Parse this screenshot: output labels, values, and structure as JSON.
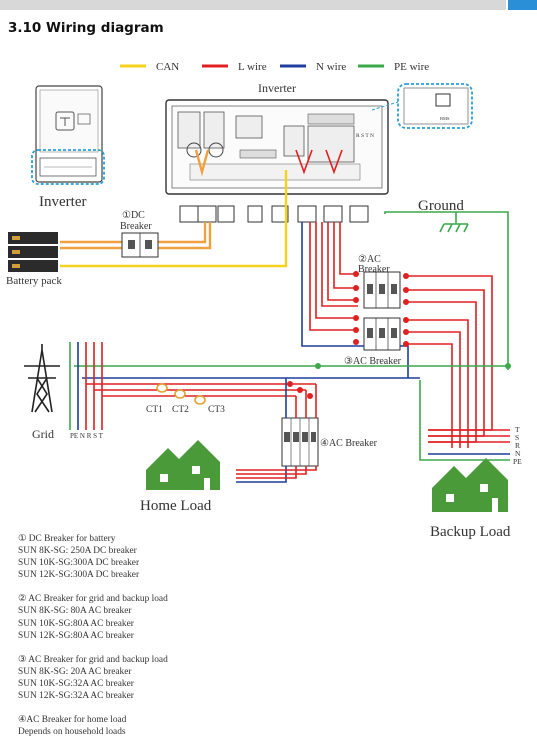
{
  "header": {
    "title": "3.10 Wiring diagram",
    "colors": {
      "bar_main": "#d8d8d8",
      "bar_accent": "#2a8fd6"
    }
  },
  "legend": {
    "items": [
      {
        "label": "CAN",
        "color": "#f5d21b"
      },
      {
        "label": "L wire",
        "color": "#e02020"
      },
      {
        "label": "N wire",
        "color": "#1e3fa0"
      },
      {
        "label": "PE wire",
        "color": "#3ba84a"
      }
    ]
  },
  "labels": {
    "inverter_top": "Inverter",
    "inverter_side": "Inverter",
    "bms": "BMS",
    "terminal_rst": "R S T N",
    "ground": "Ground",
    "dc_breaker": "①DC\nBreaker",
    "ac_breaker_2": "②AC\nBreaker",
    "ac_breaker_3": "③AC Breaker",
    "ac_breaker_4": "④AC Breaker",
    "battery_pack": "Battery pack",
    "grid": "Grid",
    "grid_phases": "PE N R S T",
    "ct1": "CT1",
    "ct2": "CT2",
    "ct3": "CT3",
    "home_load": "Home Load",
    "backup_load": "Backup Load",
    "backup_terminals": [
      "T",
      "S",
      "R",
      "N",
      "PE"
    ]
  },
  "notes": [
    {
      "lines": [
        "① DC Breaker for battery",
        "SUN 8K-SG: 250A DC breaker",
        "SUN 10K-SG:300A DC breaker",
        "SUN 12K-SG:300A DC breaker"
      ]
    },
    {
      "lines": [
        "② AC Breaker for grid and backup load",
        "SUN 8K-SG: 80A AC breaker",
        "SUN 10K-SG:80A AC breaker",
        "SUN 12K-SG:80A AC breaker"
      ]
    },
    {
      "lines": [
        "③ AC Breaker for grid and backup load",
        "SUN 8K-SG: 20A AC breaker",
        "SUN 10K-SG:32A AC breaker",
        "SUN 12K-SG:32A AC breaker"
      ]
    },
    {
      "lines": [
        "④AC Breaker for home load",
        "Depends on household loads"
      ]
    }
  ],
  "colors": {
    "can": "#f5d21b",
    "l_wire": "#e02020",
    "n_wire": "#1e3fa0",
    "pe_wire": "#3ba84a",
    "dc_wire": "#f0a040",
    "callout": "#2a9fd6",
    "house": "#4a9a3a"
  }
}
